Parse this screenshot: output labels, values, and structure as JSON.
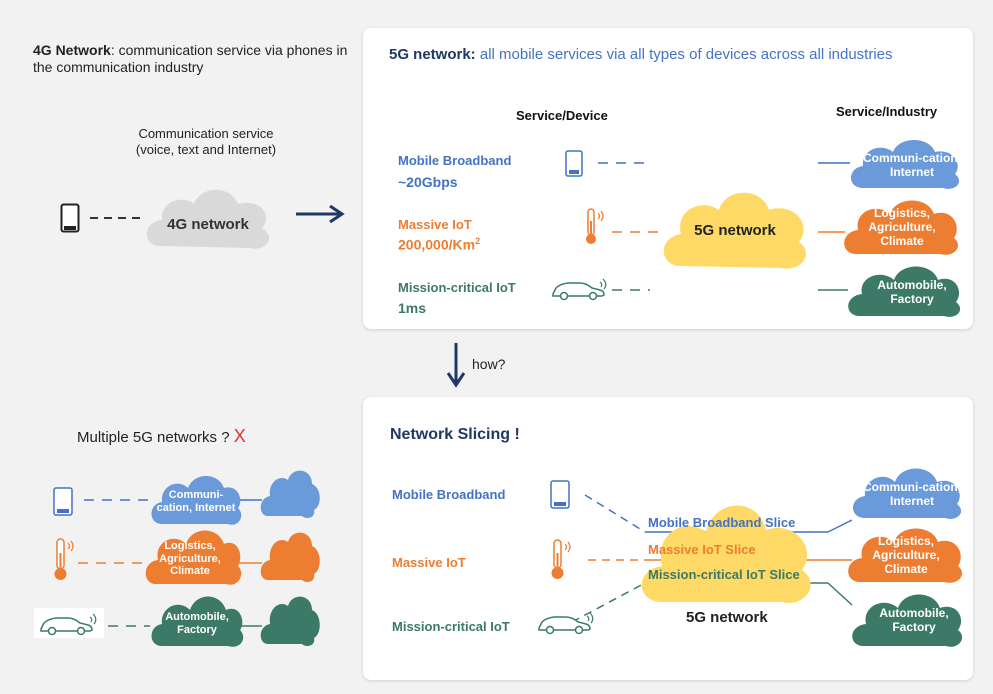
{
  "left_top": {
    "title_bold": "4G Network",
    "title_rest": ": communication service via phones in the communication industry",
    "service_line1": "Communication service",
    "service_line2": "(voice, text and Internet)",
    "cloud_label": "4G network"
  },
  "right_top": {
    "title_bold": "5G network:",
    "title_rest": " all mobile services via all types of devices across all industries",
    "col_service_device": "Service/Device",
    "col_service_industry": "Service/Industry",
    "services": [
      {
        "name": "Mobile Broadband",
        "value": "~20Gbps"
      },
      {
        "name": "Massive IoT",
        "value": "200,000/Km",
        "sup": "2"
      },
      {
        "name": "Mission-critical IoT",
        "value": "1ms"
      }
    ],
    "center_cloud": "5G network",
    "industries": [
      "Communi-cation, Internet",
      "Logistics, Agriculture, Climate",
      "Automobile, Factory"
    ]
  },
  "middle": {
    "how_label": "how?"
  },
  "left_bottom": {
    "title": "Multiple 5G networks ?",
    "mark": "X",
    "industries": [
      "Communi-cation, Internet",
      "Logistics, Agriculture, Climate",
      "Automobile, Factory"
    ]
  },
  "right_bottom": {
    "title": "Network Slicing !",
    "services": [
      "Mobile Broadband",
      "Massive IoT",
      "Mission-critical IoT"
    ],
    "slices": [
      "Mobile Broadband Slice",
      "Massive IoT Slice",
      "Mission-critical IoT Slice"
    ],
    "center_label": "5G network",
    "industries": [
      "Communi-cation, Internet",
      "Logistics, Agriculture, Climate",
      "Automobile, Factory"
    ]
  },
  "colors": {
    "blue": "#4472c4",
    "orange": "#ed7d31",
    "green": "#3c7a67",
    "gray_cloud": "#d9d9d9",
    "yellow_cloud": "#ffd966",
    "arrow": "#1f3864",
    "red_x": "#e0312f"
  },
  "icons": [
    "phone-icon",
    "thermometer-icon",
    "car-icon",
    "arrow-right-icon",
    "arrow-down-icon",
    "cloud-icon"
  ]
}
